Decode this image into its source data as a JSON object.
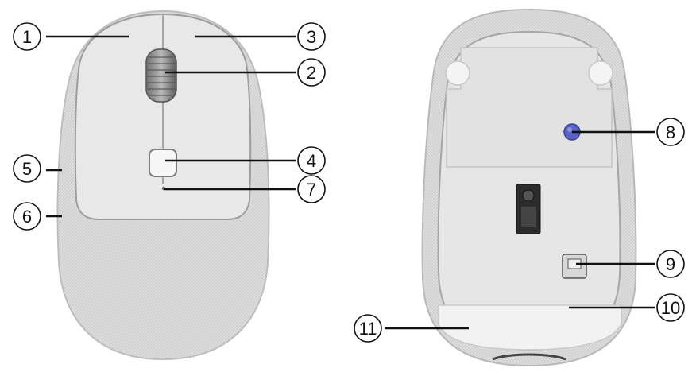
{
  "figure": {
    "views": [
      "top-view",
      "bottom-view"
    ],
    "callouts": [
      {
        "num": "1",
        "view": "top"
      },
      {
        "num": "2",
        "view": "top"
      },
      {
        "num": "3",
        "view": "top"
      },
      {
        "num": "4",
        "view": "top"
      },
      {
        "num": "5",
        "view": "top"
      },
      {
        "num": "6",
        "view": "top"
      },
      {
        "num": "7",
        "view": "top"
      },
      {
        "num": "8",
        "view": "bottom"
      },
      {
        "num": "9",
        "view": "bottom"
      },
      {
        "num": "10",
        "view": "bottom"
      },
      {
        "num": "11",
        "view": "bottom"
      }
    ]
  },
  "colors": {
    "shell": "#dedede",
    "shell_dark": "#c9c9c9",
    "button": "#e9e9e9",
    "outline": "#9a9a9a",
    "screw": "#5b63c4",
    "text": "#111111"
  }
}
